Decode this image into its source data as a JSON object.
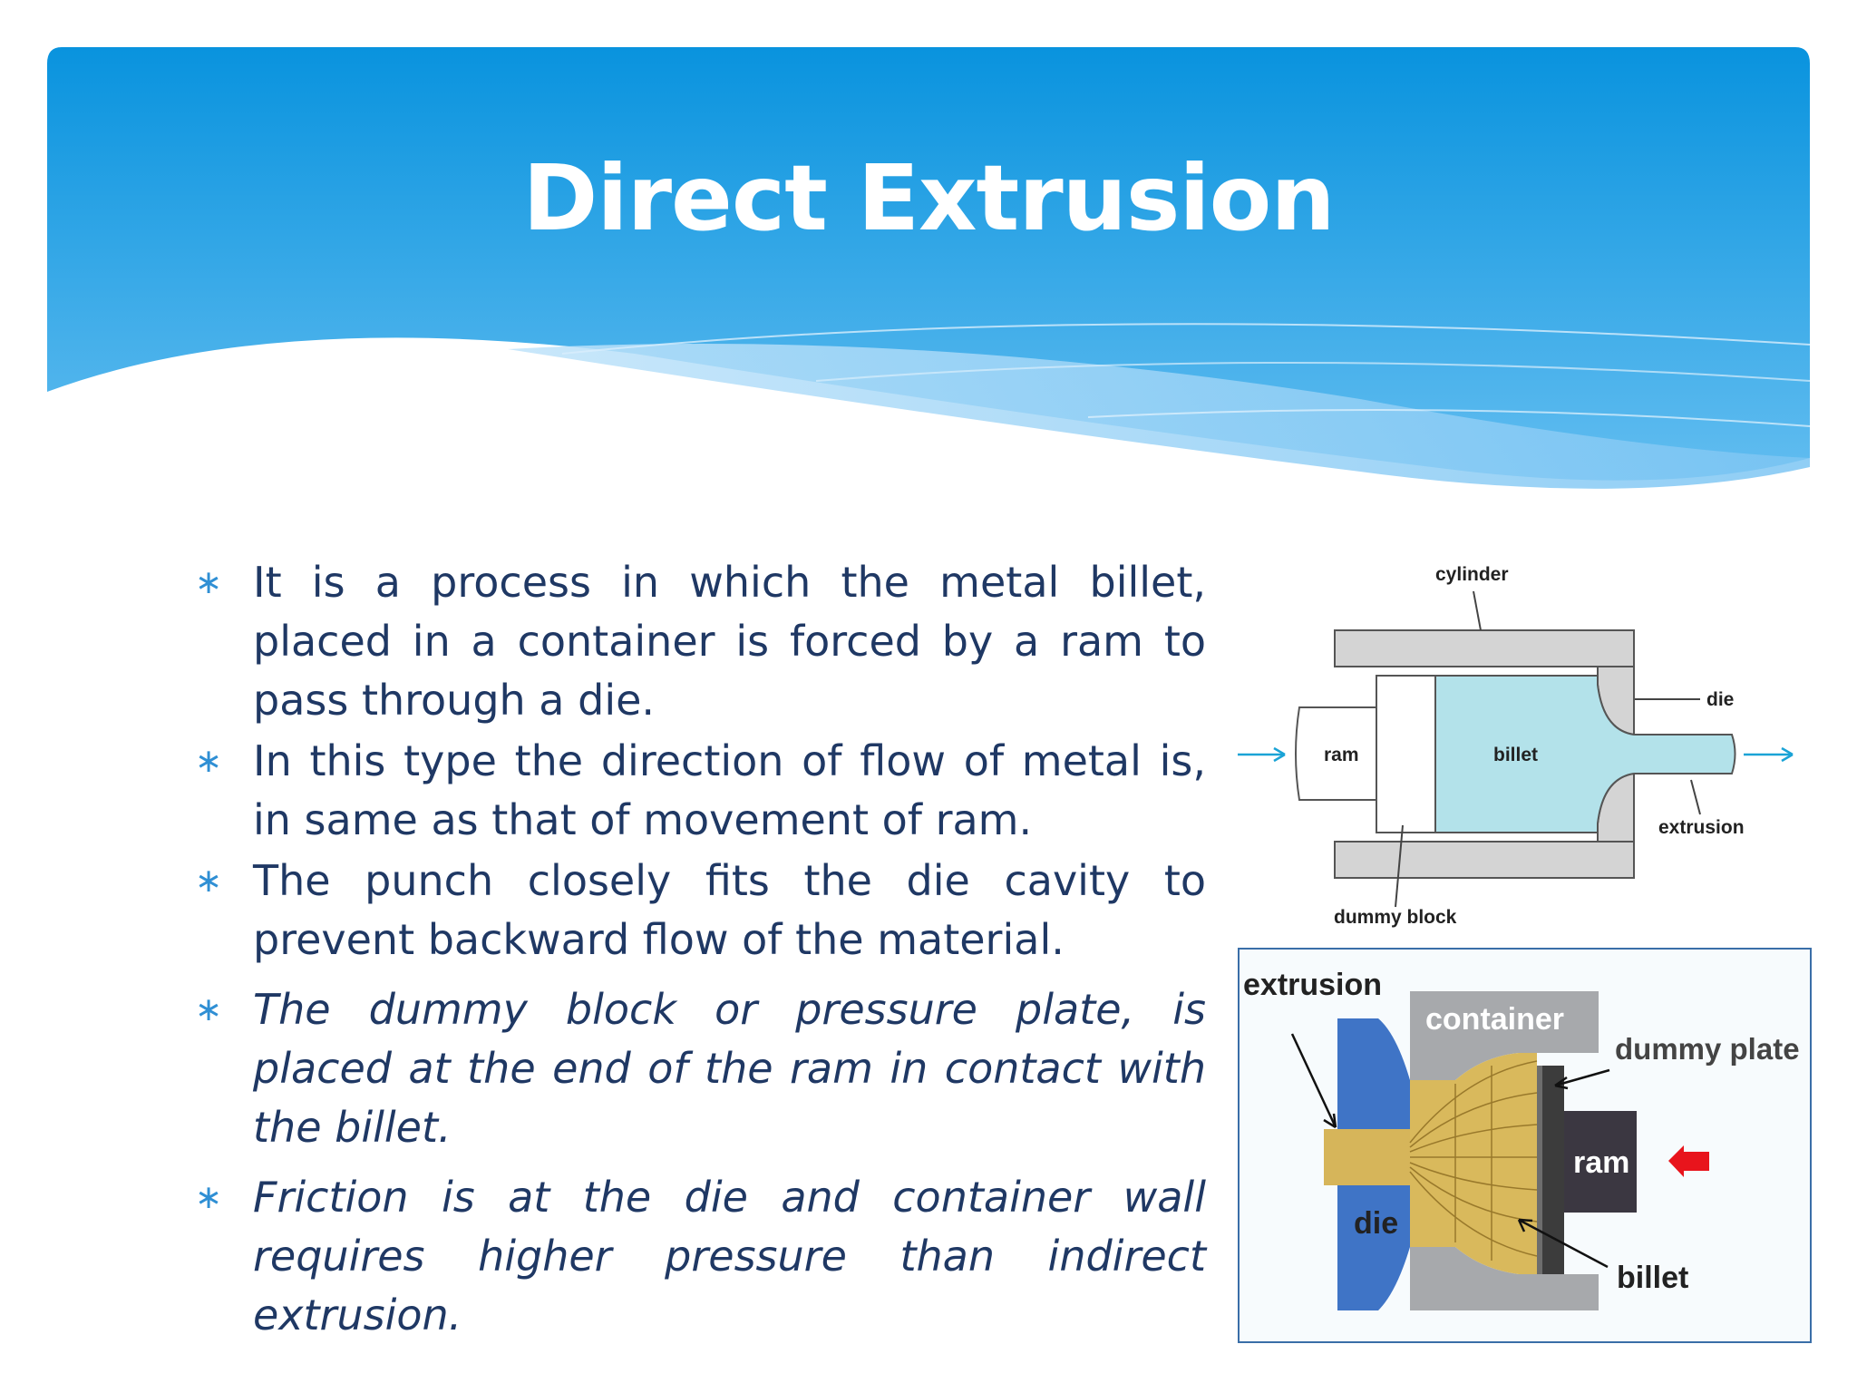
{
  "slide": {
    "title": "Direct Extrusion",
    "bullets": [
      {
        "text": "It is a process in which the metal billet, placed in a container is forced by a ram to pass through a die.",
        "italic": false
      },
      {
        "text": "In this type the direction of flow of metal is, in same as that of movement of ram.",
        "italic": false
      },
      {
        "text": "The punch closely fits the die cavity to prevent backward flow of the material.",
        "italic": false
      },
      {
        "text": "The dummy block or pressure plate, is placed at the end of the ram in contact with the billet.",
        "italic": true
      },
      {
        "text": "Friction is at the die and container wall requires higher pressure than indirect extrusion.",
        "italic": true
      }
    ],
    "bullet_marker": "∗"
  },
  "diagram_top": {
    "labels": {
      "cylinder": "cylinder",
      "die": "die",
      "ram": "ram",
      "billet": "billet",
      "extrusion": "extrusion",
      "dummy_block": "dummy block"
    }
  },
  "diagram_bottom": {
    "labels": {
      "extrusion": "extrusion",
      "container": "container",
      "dummy_plate": "dummy plate",
      "ram": "ram",
      "die": "die",
      "billet": "billet"
    }
  },
  "colors": {
    "header_blue": "#0a96e0",
    "wave_light": "#8fcdf5",
    "text": "#1f3864",
    "bullet_marker": "#2f8fd4",
    "billet_fill": "#b3e2ea"
  }
}
